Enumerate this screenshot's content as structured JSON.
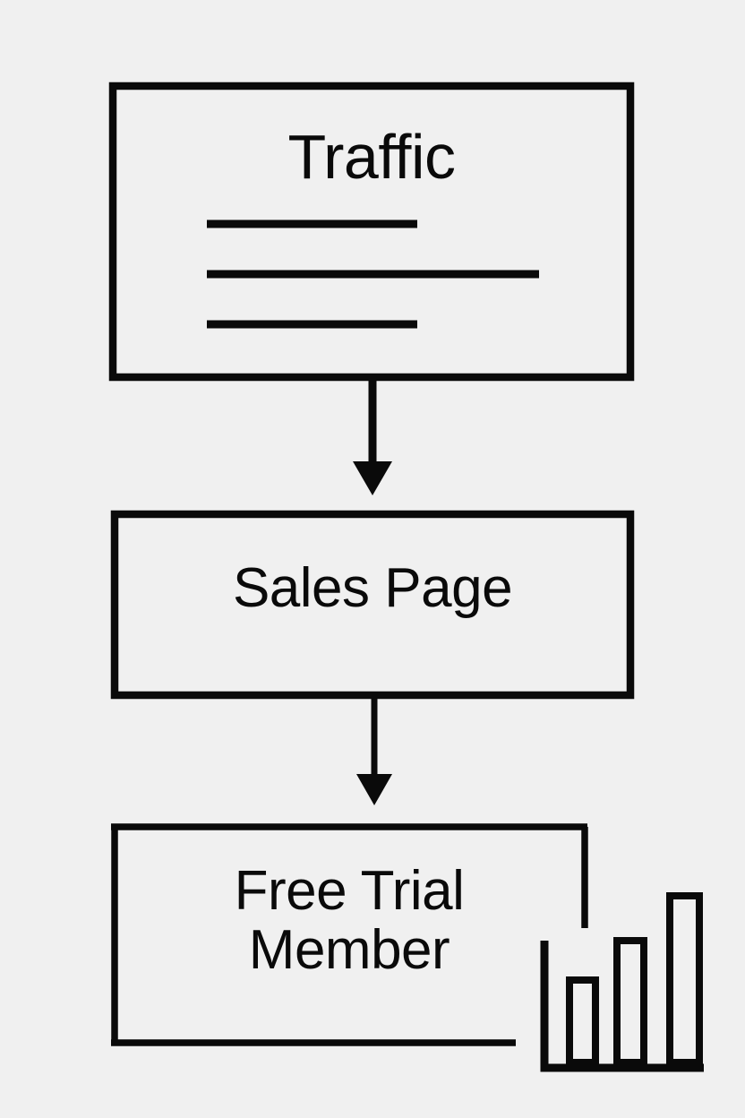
{
  "diagram": {
    "title": "Traffic to Sales Page to Free Trial Member funnel",
    "type": "flowchart",
    "orientation": "vertical",
    "background_color": "#f0f0f0",
    "stroke_color": "#0a0a0a",
    "nodes": [
      {
        "id": "traffic",
        "label": "Traffic",
        "shape": "rectangle",
        "contents": "document-lines",
        "line_count": 3
      },
      {
        "id": "sales-page",
        "label": "Sales Page",
        "shape": "rectangle",
        "contents": "text-only"
      },
      {
        "id": "free-trial-member",
        "label": "Free Trial\nMember",
        "shape": "rectangle",
        "contents": "text-only",
        "occluded_by": "bar-chart-icon"
      }
    ],
    "connectors": [
      {
        "id": "arrow-1",
        "from": "traffic",
        "to": "sales-page",
        "style": "solid-arrow",
        "direction": "down"
      },
      {
        "id": "arrow-2",
        "from": "sales-page",
        "to": "free-trial-member",
        "style": "solid-arrow",
        "direction": "down"
      }
    ],
    "decorations": [
      {
        "id": "bar-chart-icon",
        "name": "bar-chart-icon",
        "axes": "L-shaped",
        "bars": 3,
        "bar_trend": "increasing",
        "bar_heights_relative": [
          0.42,
          0.67,
          1.0
        ]
      }
    ]
  }
}
